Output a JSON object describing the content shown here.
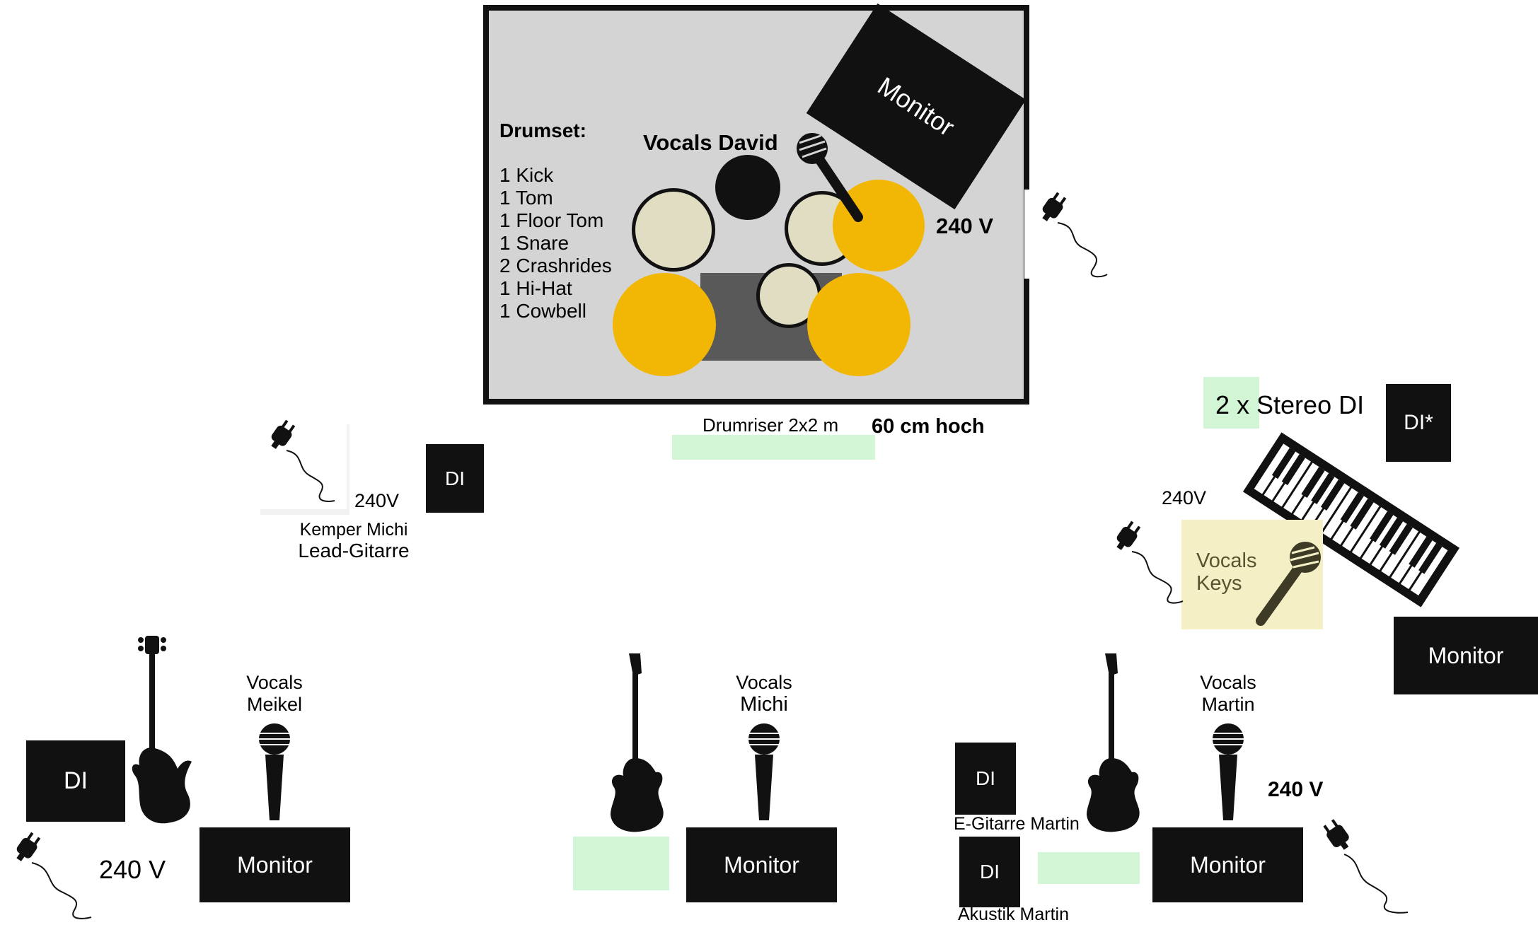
{
  "drumriser": {
    "monitor_label": "Monitor",
    "drumset_title": "Drumset:",
    "drumset_items": [
      "1 Kick",
      "1 Tom",
      "1 Floor Tom",
      "1 Snare",
      "2 Crashrides",
      "1 Hi-Hat",
      "1 Cowbell"
    ],
    "vocals_label": "Vocals David",
    "power_label": "240 V",
    "caption": "Drumriser 2x2 m",
    "caption_bold": "60 cm hoch"
  },
  "lead_guitar": {
    "power_label": "240V",
    "di_label": "DI",
    "name_line1": "Kemper Michi",
    "name_line2": "Lead-Gitarre"
  },
  "keys": {
    "stereo_di_label": "2 x Stereo DI",
    "di_star_label": "DI*",
    "power_label": "240V",
    "vocals_label_line1": "Vocals",
    "vocals_label_line2": "Keys",
    "monitor_label": "Monitor"
  },
  "bass": {
    "di_label": "DI",
    "vocals_line1": "Vocals",
    "vocals_line2": "Meikel",
    "power_label": "240 V",
    "monitor_label": "Monitor"
  },
  "center": {
    "vocals_line1": "Vocals",
    "vocals_line2": "Michi",
    "monitor_label": "Monitor"
  },
  "martin": {
    "di_egit_label": "DI",
    "egit_caption": "E-Gitarre Martin",
    "di_akustik_label": "DI",
    "akustik_caption": "Akustik Martin",
    "vocals_line1": "Vocals",
    "vocals_line2": "Martin",
    "power_label": "240 V",
    "monitor_label": "Monitor"
  },
  "colors": {
    "black": "#111111",
    "riser_gray": "#d4d4d4",
    "cymbal_yellow": "#f2b705",
    "drum_cream": "#e0ddc3",
    "drum_floor_gray": "#595959",
    "green_marker": "#d2f5d6",
    "keys_highlight": "#f5efc6"
  },
  "icons": [
    "plug-icon",
    "microphone-icon",
    "guitar-icon",
    "bass-guitar-icon",
    "keyboard-icon"
  ]
}
